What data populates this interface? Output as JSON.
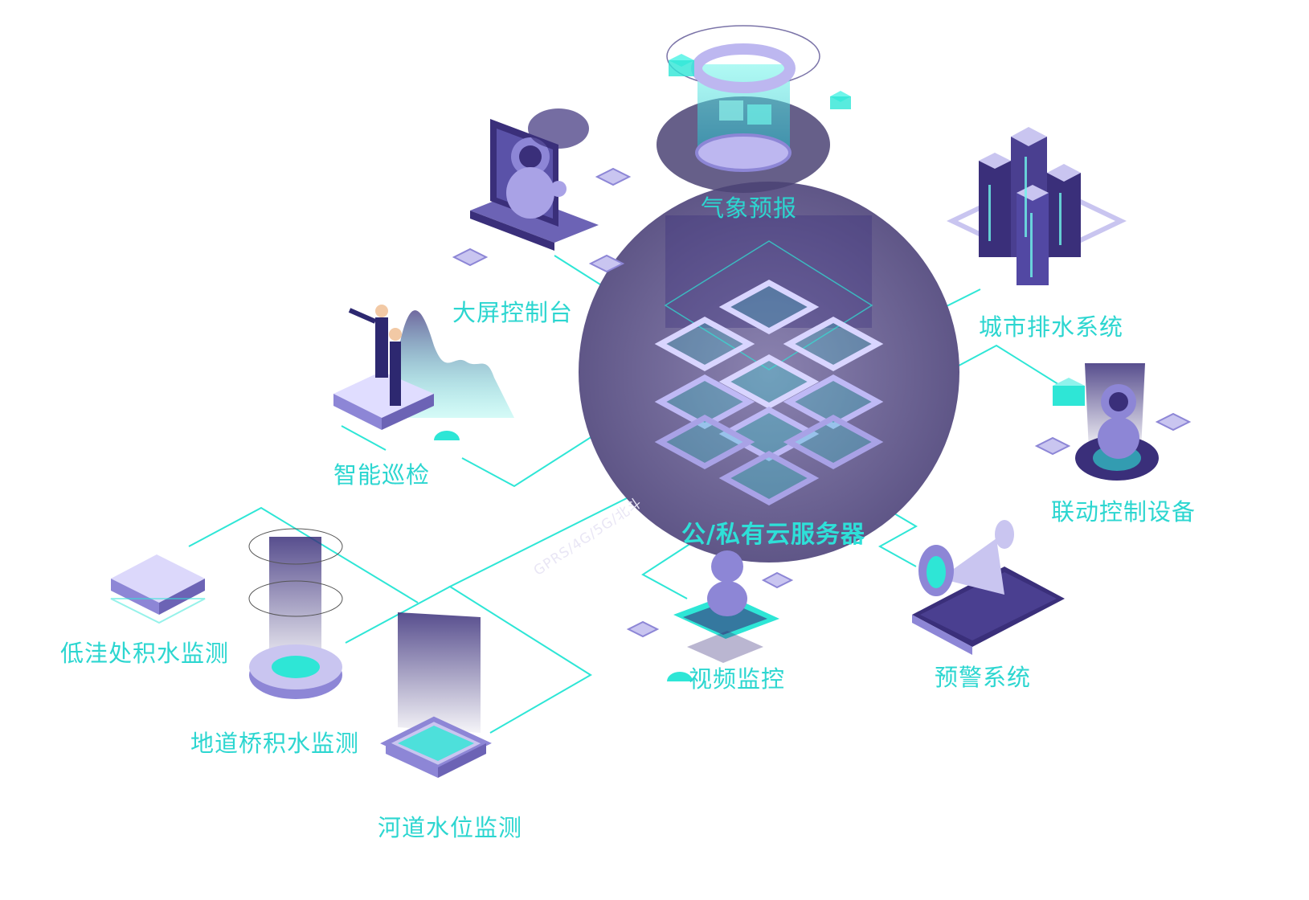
{
  "colors": {
    "teal": "#2ee6d6",
    "teal_light": "#8ff3ec",
    "purple_dark": "#3a2f7a",
    "purple_mid": "#6c63b5",
    "purple_light": "#c9c5f0",
    "hub": "#6b6290"
  },
  "center": {
    "label": "公/私有云服务器",
    "link_label": "GPRS/4G/5G/北斗"
  },
  "nodes": {
    "weather": {
      "label": "气象预报",
      "icon": "cylinder-server-icon"
    },
    "screen": {
      "label": "大屏控制台",
      "icon": "laptop-robot-icon"
    },
    "drainage": {
      "label": "城市排水系统",
      "icon": "city-buildings-icon"
    },
    "patrol": {
      "label": "智能巡检",
      "icon": "inspectors-icon"
    },
    "linkage": {
      "label": "联动控制设备",
      "icon": "robot-icon"
    },
    "lowland": {
      "label": "低洼处积水监测",
      "icon": "sensor-pad-icon"
    },
    "underpass": {
      "label": "地道桥积水监测",
      "icon": "water-ring-icon"
    },
    "river": {
      "label": "河道水位监测",
      "icon": "water-tank-icon"
    },
    "video": {
      "label": "视频监控",
      "icon": "camera-robot-icon"
    },
    "alert": {
      "label": "预警系统",
      "icon": "megaphone-icon"
    }
  }
}
